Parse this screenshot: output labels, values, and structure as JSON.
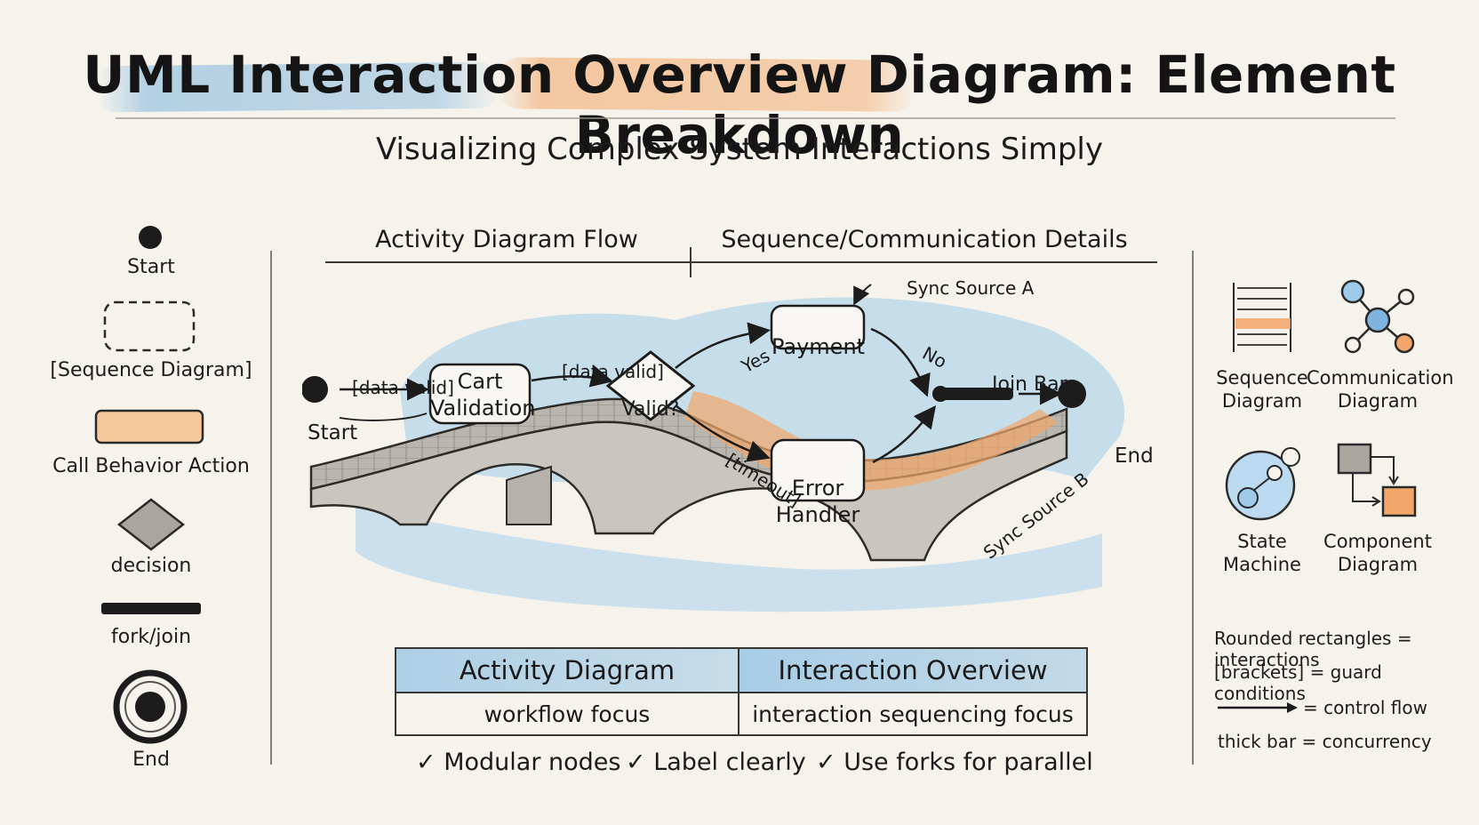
{
  "title": "UML Interaction Overview Diagram: Element Breakdown",
  "subtitle": "Visualizing Complex System Interactions Simply",
  "legend": {
    "start": "Start",
    "sequence_diagram": "[Sequence Diagram]",
    "call_behavior": "Call Behavior Action",
    "decision": "decision",
    "fork_join": "fork/join",
    "end": "End"
  },
  "headers": {
    "left": "Activity Diagram Flow",
    "right": "Sequence/Communication Details"
  },
  "flow": {
    "start": "Start",
    "guard1": "[data valid]",
    "cart_line1": "Cart",
    "cart_line2": "Validation",
    "guard2": "[data valid]",
    "decision": "Valid?",
    "yes": "Yes",
    "no": "No",
    "timeout": "[timeout]",
    "payment": "Payment",
    "sync_a": "Sync Source A",
    "sync_b": "Sync Source B",
    "join_bar": "Join Bar",
    "error_line1": "Error",
    "error_line2": "Handler",
    "end": "End"
  },
  "table": {
    "col1_header": "Activity Diagram",
    "col2_header": "Interaction Overview",
    "col1_value": "workflow focus",
    "col2_value": "interaction sequencing focus"
  },
  "tips": [
    "✓ Modular nodes",
    "✓ Label clearly",
    "✓ Use forks for parallel"
  ],
  "right_panel": {
    "sequence_l1": "Sequence",
    "sequence_l2": "Diagram",
    "communication_l1": "Communication",
    "communication_l2": "Diagram",
    "state_l1": "State",
    "state_l2": "Machine",
    "component_l1": "Component",
    "component_l2": "Diagram"
  },
  "notes": [
    "Rounded rectangles = interactions",
    "[brackets] = guard conditions",
    "= control flow",
    "thick bar = concurrency"
  ],
  "colors": {
    "blue": "#8fc0e3",
    "orange": "#f2a66a",
    "ink": "#1a1a1a",
    "paper": "#f5f3ec"
  }
}
